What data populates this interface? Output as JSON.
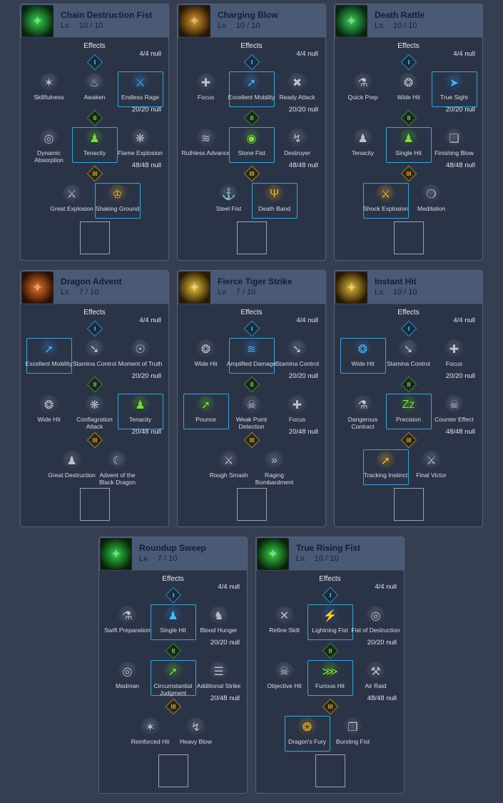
{
  "ui": {
    "effects_label": "Effects",
    "level_prefix": "Lv.",
    "select_border_color": "#36a6de",
    "tier_numerals": [
      "I",
      "II",
      "III"
    ],
    "tier_accent_colors": [
      "#4db4f2",
      "#80d83e",
      "#eab440"
    ]
  },
  "panels": [
    {
      "name": "Chain Destruction Fist",
      "level": "10 / 10",
      "icon": {
        "name": "chain-destruction-fist-art",
        "inner": "#32d54c",
        "outer": "#0a2410"
      },
      "tiers": [
        {
          "numeral": "I",
          "counter": "4/4 null",
          "skills": [
            {
              "label": "Skillfulness",
              "glyph": "✶",
              "selected": false
            },
            {
              "label": "Awaken",
              "glyph": "♨",
              "selected": false
            },
            {
              "label": "Endless Rage",
              "glyph": "⚔",
              "selected": true
            }
          ]
        },
        {
          "numeral": "II",
          "counter": "20/20 null",
          "skills": [
            {
              "label": "Dynamic Absorption",
              "glyph": "◎",
              "selected": false
            },
            {
              "label": "Tenacity",
              "glyph": "♟",
              "selected": true
            },
            {
              "label": "Flame Explosion",
              "glyph": "❋",
              "selected": false
            }
          ]
        },
        {
          "numeral": "III",
          "counter": "48/48 null",
          "skills": [
            {
              "label": "Great Explosion",
              "glyph": "⚔",
              "selected": false
            },
            {
              "label": "Shaking Ground",
              "glyph": "♔",
              "selected": true
            }
          ]
        }
      ]
    },
    {
      "name": "Charging Blow",
      "level": "10 / 10",
      "icon": {
        "name": "charging-blow-art",
        "inner": "#d79b2e",
        "outer": "#2a1503"
      },
      "tiers": [
        {
          "numeral": "I",
          "counter": "4/4 null",
          "skills": [
            {
              "label": "Focus",
              "glyph": "✚",
              "selected": false
            },
            {
              "label": "Excellent Mobility",
              "glyph": "➚",
              "selected": true
            },
            {
              "label": "Ready Attack",
              "glyph": "✖",
              "selected": false
            }
          ]
        },
        {
          "numeral": "II",
          "counter": "20/20 null",
          "skills": [
            {
              "label": "Ruthless Advance",
              "glyph": "≋",
              "selected": false
            },
            {
              "label": "Stone Fist",
              "glyph": "◉",
              "selected": true
            },
            {
              "label": "Destroyer",
              "glyph": "↯",
              "selected": false
            }
          ]
        },
        {
          "numeral": "III",
          "counter": "48/48 null",
          "skills": [
            {
              "label": "Steel Fist",
              "glyph": "⚓",
              "selected": false
            },
            {
              "label": "Death Band",
              "glyph": "Ψ",
              "selected": true
            }
          ]
        }
      ]
    },
    {
      "name": "Death Rattle",
      "level": "10 / 10",
      "icon": {
        "name": "death-rattle-art",
        "inner": "#35d055",
        "outer": "#0a2410"
      },
      "tiers": [
        {
          "numeral": "I",
          "counter": "4/4 null",
          "skills": [
            {
              "label": "Quick Prep",
              "glyph": "⚗",
              "selected": false
            },
            {
              "label": "Wide Hit",
              "glyph": "❂",
              "selected": false
            },
            {
              "label": "True Sight",
              "glyph": "➤",
              "selected": true
            }
          ]
        },
        {
          "numeral": "II",
          "counter": "20/20 null",
          "skills": [
            {
              "label": "Tenacity",
              "glyph": "♟",
              "selected": false
            },
            {
              "label": "Single Hit",
              "glyph": "♟",
              "selected": true
            },
            {
              "label": "Finishing Blow",
              "glyph": "❏",
              "selected": false
            }
          ]
        },
        {
          "numeral": "III",
          "counter": "48/48 null",
          "skills": [
            {
              "label": "Shock Explosion",
              "glyph": "⚔",
              "selected": true
            },
            {
              "label": "Meditation",
              "glyph": "❍",
              "selected": false
            }
          ]
        }
      ]
    },
    {
      "name": "Dragon Advent",
      "level": "7 / 10",
      "icon": {
        "name": "dragon-advent-art",
        "inner": "#e8742a",
        "outer": "#2a0f04"
      },
      "tiers": [
        {
          "numeral": "I",
          "counter": "4/4 null",
          "skills": [
            {
              "label": "Excellent Mobility",
              "glyph": "➚",
              "selected": true
            },
            {
              "label": "Stamina Control",
              "glyph": "➘",
              "selected": false
            },
            {
              "label": "Moment of Truth",
              "glyph": "☉",
              "selected": false
            }
          ]
        },
        {
          "numeral": "II",
          "counter": "20/20 null",
          "skills": [
            {
              "label": "Wide Hit",
              "glyph": "❂",
              "selected": false
            },
            {
              "label": "Conflagration Attack",
              "glyph": "❋",
              "selected": false
            },
            {
              "label": "Tenacity",
              "glyph": "♟",
              "selected": true
            }
          ]
        },
        {
          "numeral": "III",
          "counter": "20/48 null",
          "skills": [
            {
              "label": "Great Destruction",
              "glyph": "♟",
              "selected": false
            },
            {
              "label": "Advent of the Black Dragon",
              "glyph": "☾",
              "selected": false
            }
          ]
        }
      ]
    },
    {
      "name": "Fierce Tiger Strike",
      "level": "7 / 10",
      "icon": {
        "name": "fierce-tiger-strike-art",
        "inner": "#e8c23a",
        "outer": "#2a1a04"
      },
      "tiers": [
        {
          "numeral": "I",
          "counter": "4/4 null",
          "skills": [
            {
              "label": "Wide Hit",
              "glyph": "❂",
              "selected": false
            },
            {
              "label": "Amplified Damage",
              "glyph": "≋",
              "selected": true
            },
            {
              "label": "Stamina Control",
              "glyph": "➘",
              "selected": false
            }
          ]
        },
        {
          "numeral": "II",
          "counter": "20/20 null",
          "skills": [
            {
              "label": "Pounce",
              "glyph": "➚",
              "selected": true
            },
            {
              "label": "Weak Point Detection",
              "glyph": "☠",
              "selected": false
            },
            {
              "label": "Focus",
              "glyph": "✚",
              "selected": false
            }
          ]
        },
        {
          "numeral": "III",
          "counter": "20/48 null",
          "skills": [
            {
              "label": "Rough Smash",
              "glyph": "⚔",
              "selected": false
            },
            {
              "label": "Raging Bombardment",
              "glyph": "»",
              "selected": false
            }
          ]
        }
      ]
    },
    {
      "name": "Instant Hit",
      "level": "10 / 10",
      "icon": {
        "name": "instant-hit-art",
        "inner": "#e0b83a",
        "outer": "#241804"
      },
      "tiers": [
        {
          "numeral": "I",
          "counter": "4/4 null",
          "skills": [
            {
              "label": "Wide Hit",
              "glyph": "❂",
              "selected": true
            },
            {
              "label": "Stamina Control",
              "glyph": "➘",
              "selected": false
            },
            {
              "label": "Focus",
              "glyph": "✚",
              "selected": false
            }
          ]
        },
        {
          "numeral": "II",
          "counter": "20/20 null",
          "skills": [
            {
              "label": "Dangerous Contract",
              "glyph": "⚗",
              "selected": false
            },
            {
              "label": "Precision",
              "glyph": "Zz",
              "selected": true
            },
            {
              "label": "Counter Effect",
              "glyph": "☠",
              "selected": false
            }
          ]
        },
        {
          "numeral": "III",
          "counter": "48/48 null",
          "skills": [
            {
              "label": "Tracking Instinct",
              "glyph": "➚",
              "selected": true
            },
            {
              "label": "Final Victor",
              "glyph": "⚔",
              "selected": false
            }
          ]
        }
      ]
    },
    {
      "name": "Roundup Sweep",
      "level": "7 / 10",
      "icon": {
        "name": "roundup-sweep-art",
        "inner": "#2fd14a",
        "outer": "#082208"
      },
      "tiers": [
        {
          "numeral": "I",
          "counter": "4/4 null",
          "skills": [
            {
              "label": "Swift Preparation",
              "glyph": "⚗",
              "selected": false
            },
            {
              "label": "Single Hit",
              "glyph": "♟",
              "selected": true
            },
            {
              "label": "Blood Hunger",
              "glyph": "♞",
              "selected": false
            }
          ]
        },
        {
          "numeral": "II",
          "counter": "20/20 null",
          "skills": [
            {
              "label": "Madman",
              "glyph": "◎",
              "selected": false
            },
            {
              "label": "Circumstantial Judgment",
              "glyph": "➚",
              "selected": true
            },
            {
              "label": "Additional Strike",
              "glyph": "☰",
              "selected": false
            }
          ]
        },
        {
          "numeral": "III",
          "counter": "20/48 null",
          "skills": [
            {
              "label": "Reinforced Hit",
              "glyph": "✶",
              "selected": false
            },
            {
              "label": "Heavy Blow",
              "glyph": "↯",
              "selected": false
            }
          ]
        }
      ]
    },
    {
      "name": "True Rising Fist",
      "level": "10 / 10",
      "icon": {
        "name": "true-rising-fist-art",
        "inner": "#38d148",
        "outer": "#082208"
      },
      "tiers": [
        {
          "numeral": "I",
          "counter": "4/4 null",
          "skills": [
            {
              "label": "Refine Skill",
              "glyph": "✕",
              "selected": false
            },
            {
              "label": "Lightning Fist",
              "glyph": "⚡",
              "selected": true
            },
            {
              "label": "Fist of Destruction",
              "glyph": "◎",
              "selected": false
            }
          ]
        },
        {
          "numeral": "II",
          "counter": "20/20 null",
          "skills": [
            {
              "label": "Objective Hit",
              "glyph": "☠",
              "selected": false
            },
            {
              "label": "Furious Hit",
              "glyph": "⋙",
              "selected": true
            },
            {
              "label": "Air Raid",
              "glyph": "⚒",
              "selected": false
            }
          ]
        },
        {
          "numeral": "III",
          "counter": "48/48 null",
          "skills": [
            {
              "label": "Dragon's Fury",
              "glyph": "❂",
              "selected": true
            },
            {
              "label": "Bursting Fist",
              "glyph": "❒",
              "selected": false
            }
          ]
        }
      ]
    }
  ]
}
